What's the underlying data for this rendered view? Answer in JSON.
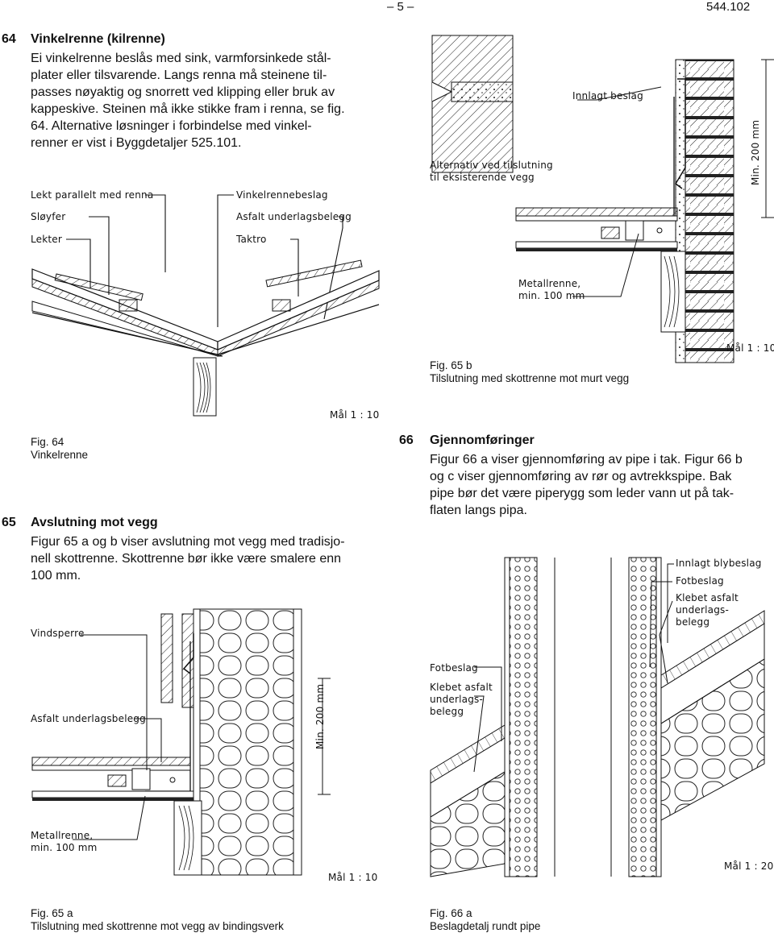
{
  "header": {
    "page_number": "– 5 –",
    "doc_number": "544.102"
  },
  "sections": {
    "s64": {
      "number": "64",
      "title": "Vinkelrenne (kilrenne)",
      "lines": [
        "Ei vinkelrenne beslås med sink, varmforsinkede stål-",
        "plater eller tilsvarende. Langs renna må steinene til-",
        "passes nøyaktig og snorrett ved klipping eller bruk av",
        "kappeskive. Steinen må ikke stikke fram i renna, se fig.",
        "64. Alternative løsninger i forbindelse med vinkel-",
        "renner er vist i Byggdetaljer 525.101."
      ]
    },
    "s65": {
      "number": "65",
      "title": "Avslutning mot vegg",
      "lines": [
        "Figur 65 a og b viser avslutning mot vegg med tradisjo-",
        "nell skottrenne. Skottrenne bør ikke være smalere enn",
        "100 mm."
      ]
    },
    "s66": {
      "number": "66",
      "title": "Gjennomføringer",
      "lines": [
        "Figur 66 a viser gjennomføring av pipe i tak. Figur 66 b",
        "og c viser gjennomføring av rør og avtrekkspipe. Bak",
        "pipe bør det være piperygg som leder vann ut på tak-",
        "flaten langs pipa."
      ]
    }
  },
  "figures": {
    "fig64": {
      "labels": {
        "lekt_parallelt": "Lekt parallelt med renna",
        "sloyfer": "Sløyfer",
        "lekter": "Lekter",
        "vinkelrennebeslag": "Vinkelrennebeslag",
        "asfalt": "Asfalt underlagsbelegg",
        "taktro": "Taktro"
      },
      "scale": "Mål 1 : 10",
      "caption_num": "Fig. 64",
      "caption_text": "Vinkelrenne"
    },
    "fig65b": {
      "labels": {
        "innlagt_beslag": "Innlagt beslag",
        "alternativ_1": "Alternativ ved tilslutning",
        "alternativ_2": "til eksisterende vegg",
        "min200": "Min. 200 mm",
        "metallrenne_1": "Metallrenne,",
        "metallrenne_2": "min. 100 mm"
      },
      "scale": "Mål 1 : 10",
      "caption_num": "Fig. 65 b",
      "caption_text": "Tilslutning med skottrenne mot murt vegg"
    },
    "fig65a": {
      "labels": {
        "vindsperre": "Vindsperre",
        "asfalt": "Asfalt underlagsbelegg",
        "min200": "Min. 200 mm",
        "metallrenne_1": "Metallrenne,",
        "metallrenne_2": "min. 100 mm"
      },
      "scale": "Mål 1 : 10",
      "caption_num": "Fig. 65 a",
      "caption_text": "Tilslutning med skottrenne mot vegg av bindingsverk"
    },
    "fig66a": {
      "labels": {
        "innlagt_blybeslag": "Innlagt blybeslag",
        "fotbeslag_top": "Fotbeslag",
        "klebet_top_1": "Klebet asfalt",
        "klebet_top_2": "underlags-",
        "klebet_top_3": "belegg",
        "fotbeslag_left": "Fotbeslag",
        "klebet_left_1": "Klebet asfalt",
        "klebet_left_2": "underlags-",
        "klebet_left_3": "belegg"
      },
      "scale": "Mål 1 : 20",
      "caption_num": "Fig. 66 a",
      "caption_text": "Beslagdetalj rundt pipe"
    }
  }
}
